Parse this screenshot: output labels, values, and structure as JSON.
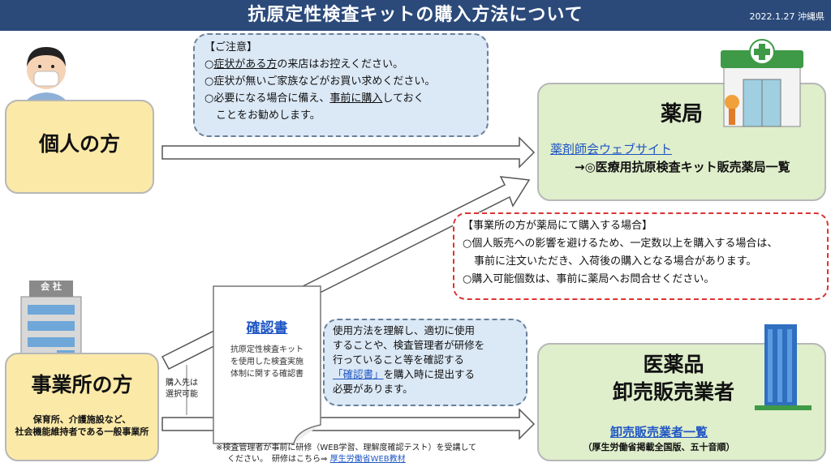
{
  "header": {
    "title": "抗原定性検査キットの購入方法について",
    "date": "2022.1.27 沖縄県"
  },
  "individual": {
    "label": "個人の方"
  },
  "business": {
    "label": "事業所の方",
    "sub_line1": "保育所、介護施設など、",
    "sub_line2": "社会機能維持者である一般事業所"
  },
  "notice": {
    "title": "【ご注意】",
    "line1_pre": "○",
    "line1_u": "症状がある方",
    "line1_post": "の来店はお控えください。",
    "line2": "○症状が無いご家族などがお買い求めください。",
    "line3_pre": "○必要になる場合に備え、",
    "line3_u": "事前に購入",
    "line3_post": "しておく",
    "line4": "ことをお勧めします。"
  },
  "pharmacy": {
    "label": "薬局",
    "link": "薬剤師会ウェブサイト",
    "list": "→◎医療用抗原検査キット販売薬局一覧"
  },
  "business_note": {
    "title": "【事業所の方が薬局にて購入する場合】",
    "line1": "○個人販売への影響を避けるため、一定数以上を購入する場合は、",
    "line2": "事前に注文いただき、入荷後の購入となる場合があります。",
    "line3": "○購入可能個数は、事前に薬局へお問合せください。"
  },
  "confirmation": {
    "title": "確認書",
    "desc1": "抗原定性検査キット",
    "desc2": "を使用した検査実施",
    "desc3": "体制に関する確認書"
  },
  "choice": {
    "line1": "購入先は",
    "line2": "選択可能"
  },
  "usage": {
    "line1": "使用方法を理解し、適切に使用",
    "line2": "することや、検査管理者が研修を",
    "line3": "行っていること等を確認する",
    "line4_link": "「確認書」",
    "line4_post": "を購入時に提出する",
    "line5": "必要があります。"
  },
  "wholesaler": {
    "label1": "医薬品",
    "label2": "卸売販売業者",
    "link": "卸売販売業者一覧",
    "sub": "（厚生労働省掲載全国版、五十音順）"
  },
  "footnote": {
    "line1": "※検査管理者が事前に研修（WEB学習、理解度確認テスト）を受講して",
    "line2": "ください。　研修はこちら⇒",
    "link": "厚生労働省WEB教材"
  },
  "icons": {
    "building_sign": "会 社",
    "cross": "+"
  },
  "colors": {
    "header": "#2b4a7a",
    "yellow_box": "#fbe9a8",
    "green_box": "#dfeecb",
    "link": "#1f56c4",
    "red_dash": "#dd3333"
  }
}
